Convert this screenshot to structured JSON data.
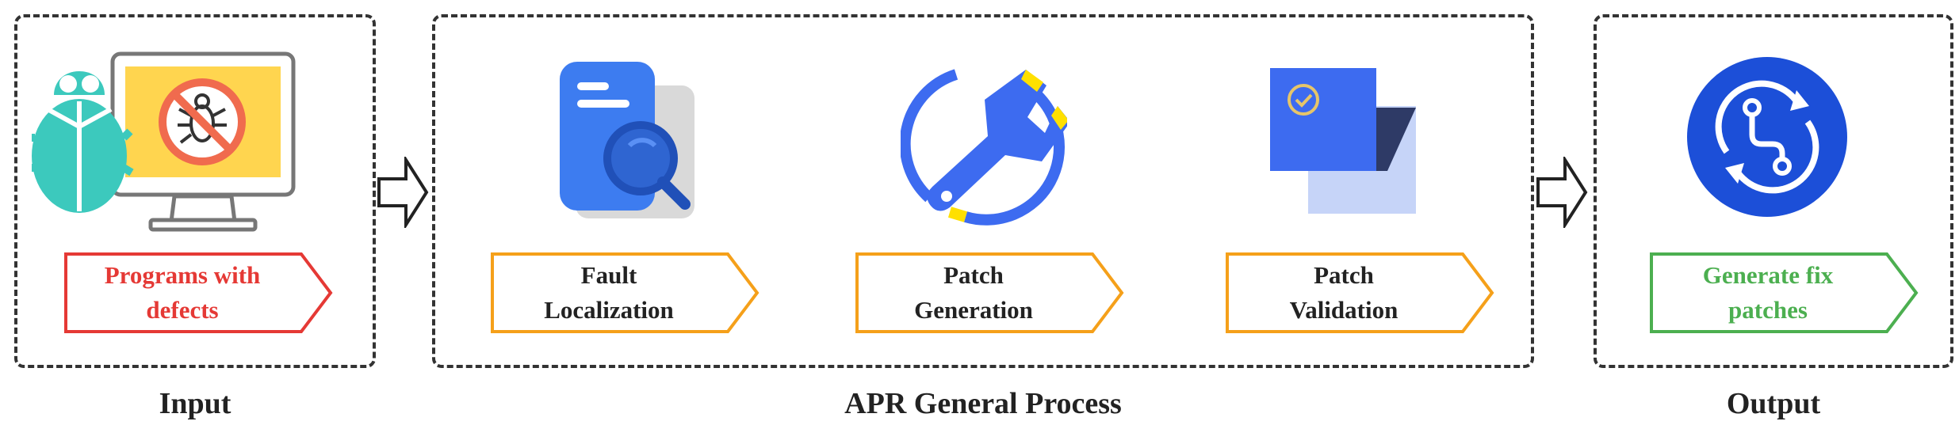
{
  "panels": {
    "input": {
      "caption": "Input",
      "label": "Programs with\ndefects",
      "label_color": "#e53935",
      "icon": "bug-computer-icon"
    },
    "process": {
      "caption": "APR General Process",
      "steps": [
        {
          "label": "Fault\nLocalization",
          "icon": "server-search-icon"
        },
        {
          "label": "Patch\nGeneration",
          "icon": "wrench-icon"
        },
        {
          "label": "Patch\nValidation",
          "icon": "validation-document-icon"
        }
      ],
      "label_color": "#222222",
      "border_color": "#f5a01a"
    },
    "output": {
      "caption": "Output",
      "label": "Generate fix\npatches",
      "label_color": "#4caf50",
      "icon": "fix-cycle-icon"
    }
  },
  "colors": {
    "accent_blue": "#3d6bf0",
    "bug_teal": "#3cc9bd",
    "screen_yellow": "#ffd54f",
    "highlight_yellow": "#ffe000",
    "output_blue": "#1c4fd8"
  }
}
